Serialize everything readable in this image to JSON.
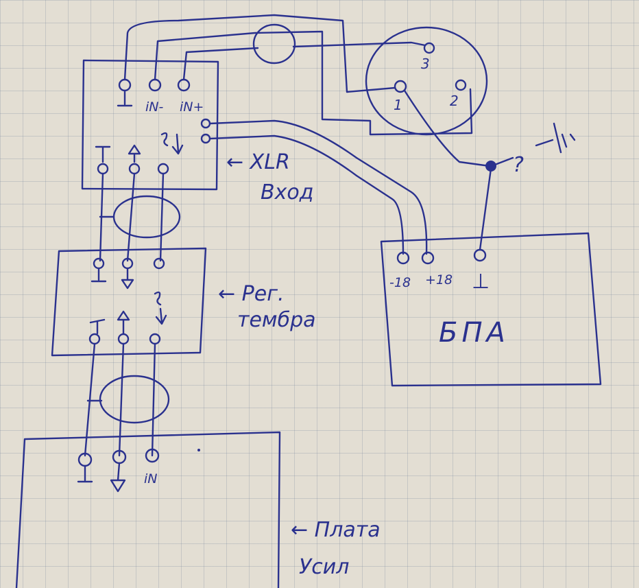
{
  "blocks": {
    "xlr_input": {
      "label_line1": "← XLR",
      "label_line2": "Вход",
      "pins_top": [
        "iN-",
        "iN+"
      ]
    },
    "tone_control": {
      "label_line1": "← Рег.",
      "label_line2": "тембра"
    },
    "amp_board": {
      "label_line1": "← Плата",
      "label_line2": "Усил",
      "pin_label": "iN"
    },
    "psu": {
      "label": "БПА",
      "pins": [
        "-18",
        "+18",
        "⊥"
      ]
    }
  },
  "xlr_connector": {
    "pins": [
      "1",
      "2",
      "3"
    ]
  },
  "annotations": {
    "question_mark": "?"
  },
  "colors": {
    "ink": "#2a318e",
    "paper": "#e3ded3",
    "grid": "#7887a0"
  }
}
